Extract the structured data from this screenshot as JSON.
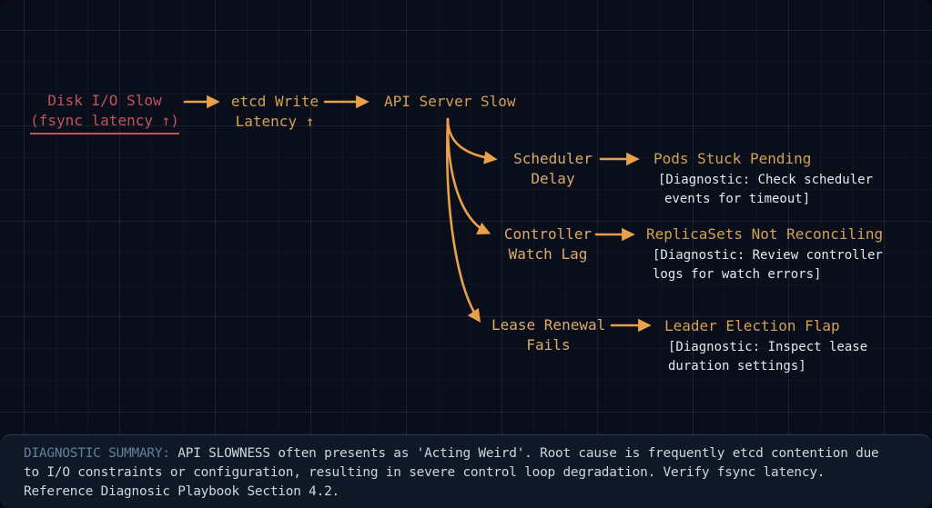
{
  "colors": {
    "root_red": "#c4525c",
    "gold": "#d2a055",
    "tan": "#dcaa6b",
    "arrow": "#e8a04a",
    "white_text": "#e2e8ee",
    "bg": "#0a0e1a",
    "bar_bg": "#0f1827",
    "summary_label": "#64809c",
    "summary_text": "#ccd6e0"
  },
  "diagram": {
    "root": {
      "line1": "Disk I/O Slow",
      "line2": "(fsync latency ↑)"
    },
    "etcd": {
      "line1": "etcd Write",
      "line2": "Latency ↑"
    },
    "api": {
      "label": "API Server Slow"
    },
    "branches": [
      {
        "cause1": "Scheduler",
        "cause2": "Delay",
        "effect": "Pods Stuck Pending",
        "diag1": "[Diagnostic: Check scheduler",
        "diag2": "events for timeout]"
      },
      {
        "cause1": "Controller",
        "cause2": "Watch Lag",
        "effect": "ReplicaSets Not Reconciling",
        "diag1": "[Diagnostic: Review controller",
        "diag2": "logs for watch errors]"
      },
      {
        "cause1": "Lease Renewal",
        "cause2": "Fails",
        "effect": "Leader Election Flap",
        "diag1": "[Diagnostic: Inspect lease",
        "diag2": "duration settings]"
      }
    ]
  },
  "summary": {
    "label": "DIAGNOSTIC SUMMARY:",
    "line1": "API SLOWNESS often presents as 'Acting Weird'. Root cause is frequently etcd contention due",
    "line2": "to I/O constraints or configuration, resulting in severe control loop degradation. Verify fsync latency.",
    "line3": "Reference Diagnosic Playbook Section 4.2."
  }
}
